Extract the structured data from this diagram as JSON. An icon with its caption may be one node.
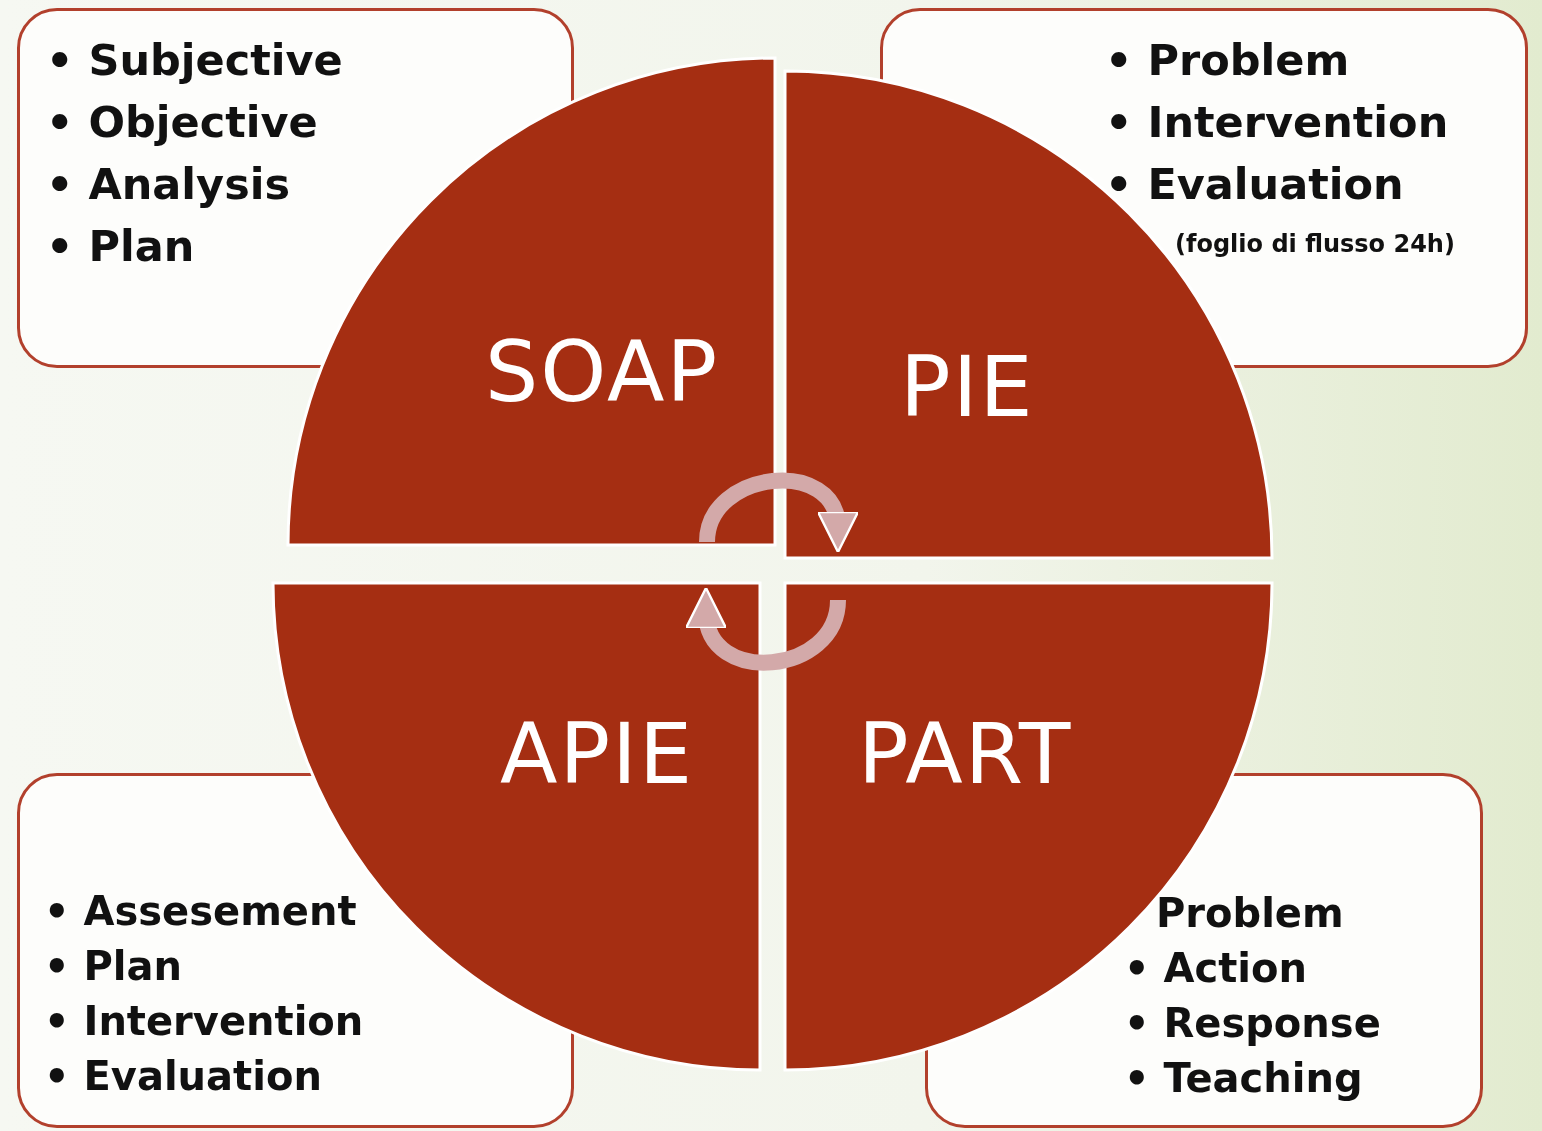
{
  "diagram": {
    "nodes": [
      {
        "text": [
          "• Subjective",
          "• Objective",
          "• Analysis",
          "• Plan"
        ]
      },
      {
        "text": [
          "• Problem",
          "• Intervention",
          "• Evaluation",
          "(foglio di flusso 24h)"
        ]
      },
      {
        "text": [
          "SOAP"
        ]
      },
      {
        "text": [
          "PIE"
        ]
      },
      {
        "text": [
          "APIE"
        ]
      },
      {
        "text": [
          "PART"
        ]
      },
      {
        "text": [
          "• Assesement",
          "• Plan",
          "• Intervention",
          "• Evaluation"
        ]
      },
      {
        "text": [
          "Problem",
          "• Action",
          "• Response",
          "• Teaching"
        ]
      }
    ],
    "edges": [
      {
        "from": 2,
        "to": 3,
        "arrow": "to"
      },
      {
        "from": 5,
        "to": 4,
        "arrow": "to"
      }
    ]
  }
}
